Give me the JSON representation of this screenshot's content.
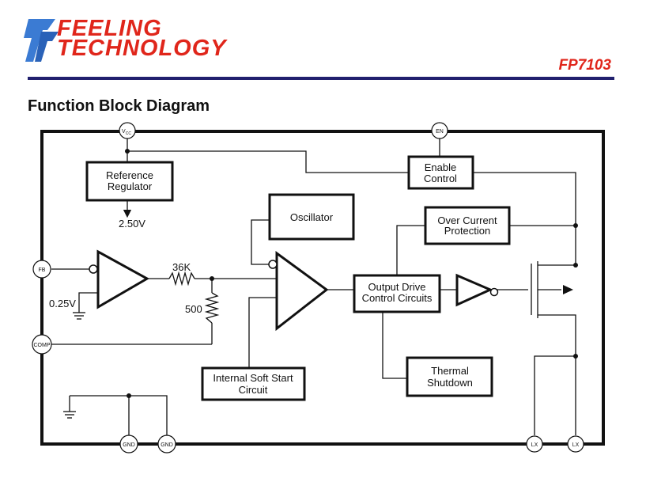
{
  "header": {
    "brand_line1": "FEELING",
    "brand_line2": "TECHNOLOGY",
    "part_number": "FP7103"
  },
  "section_title": "Function Block Diagram",
  "pins": {
    "vcc": "V",
    "vcc_sub": "CC",
    "en": "EN",
    "fb": "FB",
    "comp": "COMP",
    "gnd1": "GND",
    "gnd2": "GND",
    "lx1": "LX",
    "lx2": "LX"
  },
  "blocks": {
    "reference_regulator": [
      "Reference",
      "Regulator"
    ],
    "enable_control": [
      "Enable",
      "Control"
    ],
    "oscillator": "Oscillator",
    "over_current_protection": [
      "Over Current",
      "Protection"
    ],
    "output_drive": [
      "Output Drive",
      "Control Circuits"
    ],
    "thermal_shutdown": [
      "Thermal",
      "Shutdown"
    ],
    "soft_start": [
      "Internal Soft Start",
      "Circuit"
    ]
  },
  "labels": {
    "ref_voltage": "2.50V",
    "fb_ref": "0.25V",
    "r_series": "36K",
    "r_shunt": "500"
  },
  "colors": {
    "brand": "#e0261b",
    "rule": "#21206e",
    "ink": "#111111"
  }
}
